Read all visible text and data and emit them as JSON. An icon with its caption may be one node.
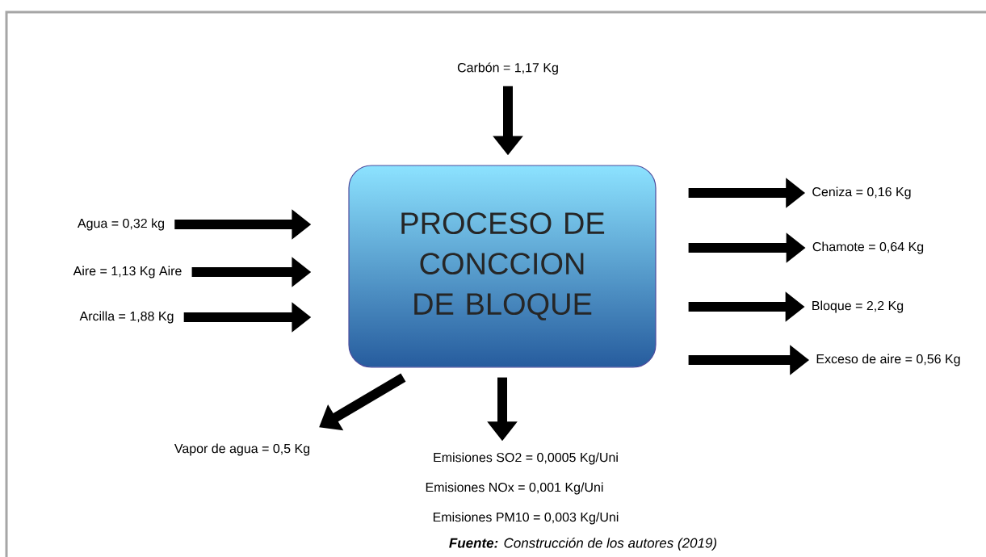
{
  "diagram": {
    "caption": "**Fuente:** Construcción de los autores (2019)",
    "nodes": [
      {
        "text": [
          "PROCESO DE CONCCION DE BLOQUE"
        ]
      },
      {
        "text": [
          "Carbón = 1,17 Kg"
        ]
      },
      {
        "text": [
          "Agua = 0,32 kg"
        ]
      },
      {
        "text": [
          "Aire = 1,13 Kg Aire"
        ]
      },
      {
        "text": [
          "Arcilla = 1,88 Kg"
        ]
      },
      {
        "text": [
          "Ceniza = 0,16 Kg"
        ]
      },
      {
        "text": [
          "Chamote = 0,64 Kg"
        ]
      },
      {
        "text": [
          "Bloque = 2,2 Kg"
        ]
      },
      {
        "text": [
          "Exceso de aire = 0,56 Kg"
        ]
      },
      {
        "text": [
          "Vapor de agua = 0,5 Kg"
        ]
      },
      {
        "text": [
          "Emisiones SO2 = 0,0005 Kg/Uni"
        ]
      },
      {
        "text": [
          "Emisiones NOx = 0,001 Kg/Uni"
        ]
      },
      {
        "text": [
          "Emisiones PM10 = 0,003 Kg/Uni"
        ]
      }
    ],
    "edges": [
      {
        "from": 1,
        "to": 0,
        "arrow": "to"
      },
      {
        "from": 2,
        "to": 0,
        "arrow": "to"
      },
      {
        "from": 3,
        "to": 0,
        "arrow": "to"
      },
      {
        "from": 4,
        "to": 0,
        "arrow": "to"
      },
      {
        "from": 0,
        "to": 5,
        "arrow": "to"
      },
      {
        "from": 0,
        "to": 6,
        "arrow": "to"
      },
      {
        "from": 0,
        "to": 7,
        "arrow": "to"
      },
      {
        "from": 0,
        "to": 8,
        "arrow": "to"
      },
      {
        "from": 0,
        "to": 9,
        "arrow": "to"
      },
      {
        "from": 0,
        "to": 10,
        "arrow": "to"
      }
    ]
  }
}
